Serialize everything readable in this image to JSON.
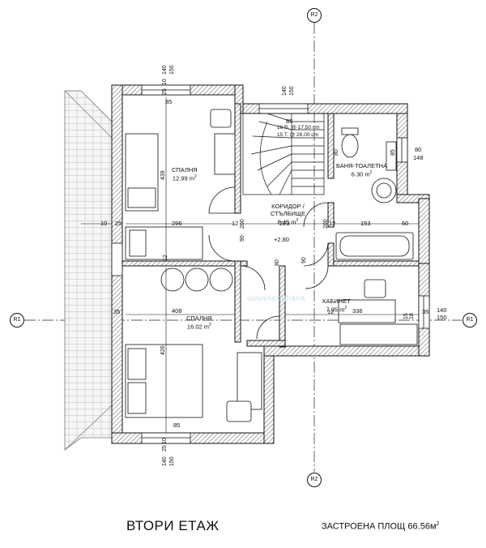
{
  "title": "ВТОРИ ЕТАЖ",
  "built_area": {
    "label": "ЗАСТРОЕНА ПЛОЩ 66.56м",
    "sup": "2"
  },
  "axes": {
    "r1_left": "R1",
    "r1_right": "R1",
    "r2_top": "R2",
    "r2_bottom": "R2"
  },
  "rooms": {
    "bedroom1": {
      "name": "СПАЛНЯ",
      "area": "12.99 m",
      "sup": "2"
    },
    "bedroom2": {
      "name": "СПАЛНЯ",
      "area": "16.02 m",
      "sup": "2"
    },
    "corridor": {
      "name": "КОРИДОР /",
      "name2": "СТЪЛБИЩЕ",
      "area": "8.45 m",
      "sup": "2"
    },
    "bathroom": {
      "name": "БАНЯ-ТОАЛЕТНА",
      "area": "6.30 m",
      "sup": "2"
    },
    "office": {
      "name": "КАБИНЕТ",
      "area": "7.95 m",
      "sup": "2"
    }
  },
  "level_mark": "+2.80",
  "stairs": {
    "rise": "16 R. @ 17.50 cm",
    "tread": "15 T. @ 28.00 cm"
  },
  "dimensions": {
    "top_140": "140",
    "top_150": "150",
    "top_10": "10",
    "top_25": "25",
    "top_85": "85",
    "stair_140": "140",
    "stair_150": "150",
    "stair_85": "85",
    "left_10": "10",
    "left_25": "25",
    "left_35": "35",
    "d439": "439",
    "d296": "296",
    "d12a": "12",
    "d200a": "200",
    "d223": "223",
    "d12b": "12",
    "d200b": "200",
    "d153": "153",
    "d60": "60",
    "d90a": "90",
    "d90b": "90",
    "d12c": "12",
    "d408": "408",
    "d426": "426",
    "d336": "336",
    "d12d": "12",
    "d80a": "80",
    "d80b": "80",
    "d80c": "80",
    "d148": "148",
    "d85a": "85",
    "d15": "15",
    "right_35": "35",
    "right_140": "140",
    "right_150": "150",
    "bottom_85": "85",
    "bottom_10": "10",
    "bottom_25": "25",
    "bottom_140": "140",
    "bottom_150": "150",
    "d18": "18"
  },
  "watermark": "sunnisebghana"
}
